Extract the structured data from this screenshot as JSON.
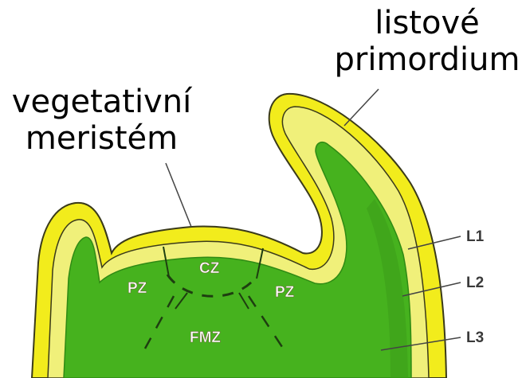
{
  "labels": {
    "leaf_primordium_line1": "listové",
    "leaf_primordium_line2": "primordium",
    "vegetative_meristem_line1": "vegetativní",
    "vegetative_meristem_line2": "meristém"
  },
  "zones": {
    "central": "CZ",
    "peripheral_left": "PZ",
    "peripheral_right": "PZ",
    "flank_meristem": "FMZ"
  },
  "layers": {
    "l1": "L1",
    "l2": "L2",
    "l3": "L3"
  },
  "colors": {
    "outer_layer": "#f2ec1c",
    "inner_layer": "#f0f07a",
    "core": "#46b21e",
    "core_dark": "#2f8a14",
    "outline": "#3a3a1a"
  }
}
